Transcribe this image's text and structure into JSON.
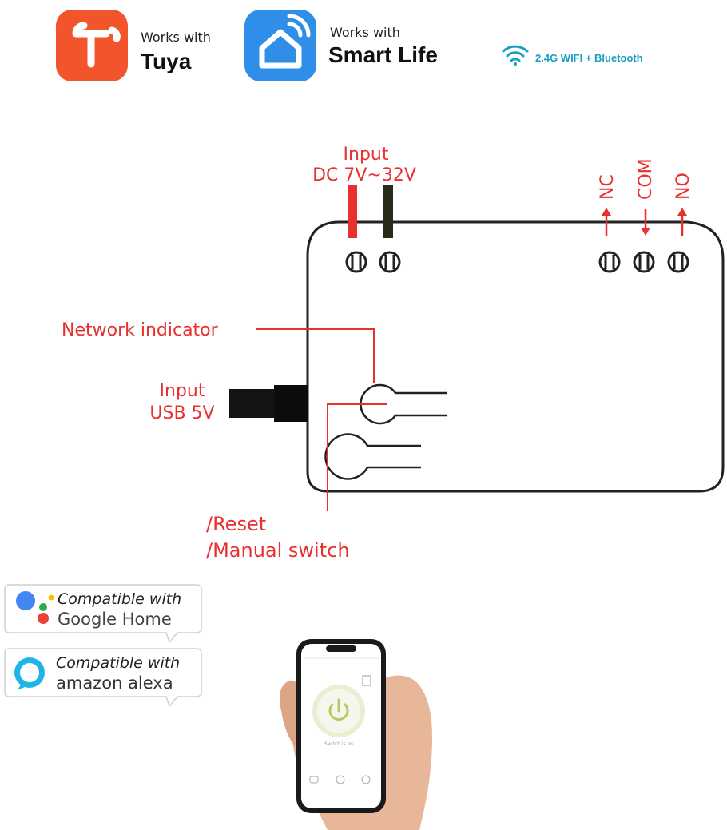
{
  "badges": {
    "tuya": {
      "line1": "Works with",
      "line2": "Tuya",
      "color": "#F2542B"
    },
    "smartlife": {
      "line1": "Works with",
      "line2": "Smart Life",
      "color": "#2F8FE8"
    },
    "wifi": {
      "text": "2.4G WIFI + Bluetooth",
      "color": "#1A9FC0"
    }
  },
  "diagram": {
    "input_dc": {
      "line1": "Input",
      "line2": "DC 7V~32V"
    },
    "relay": {
      "nc": "NC",
      "com": "COM",
      "no": "NO"
    },
    "network_indicator": "Network indicator",
    "input_usb": {
      "line1": "Input",
      "line2": "USB 5V"
    },
    "reset": {
      "line1": "/Reset",
      "line2": "/Manual switch"
    },
    "label_color": "#E8312F"
  },
  "compat": {
    "google": {
      "line1": "Compatible with",
      "line2": "Google Home"
    },
    "alexa": {
      "line1": "Compatible with",
      "line2": "amazon alexa",
      "color": "#1EB4E6"
    }
  },
  "phone": {
    "status": "Switch is on"
  }
}
